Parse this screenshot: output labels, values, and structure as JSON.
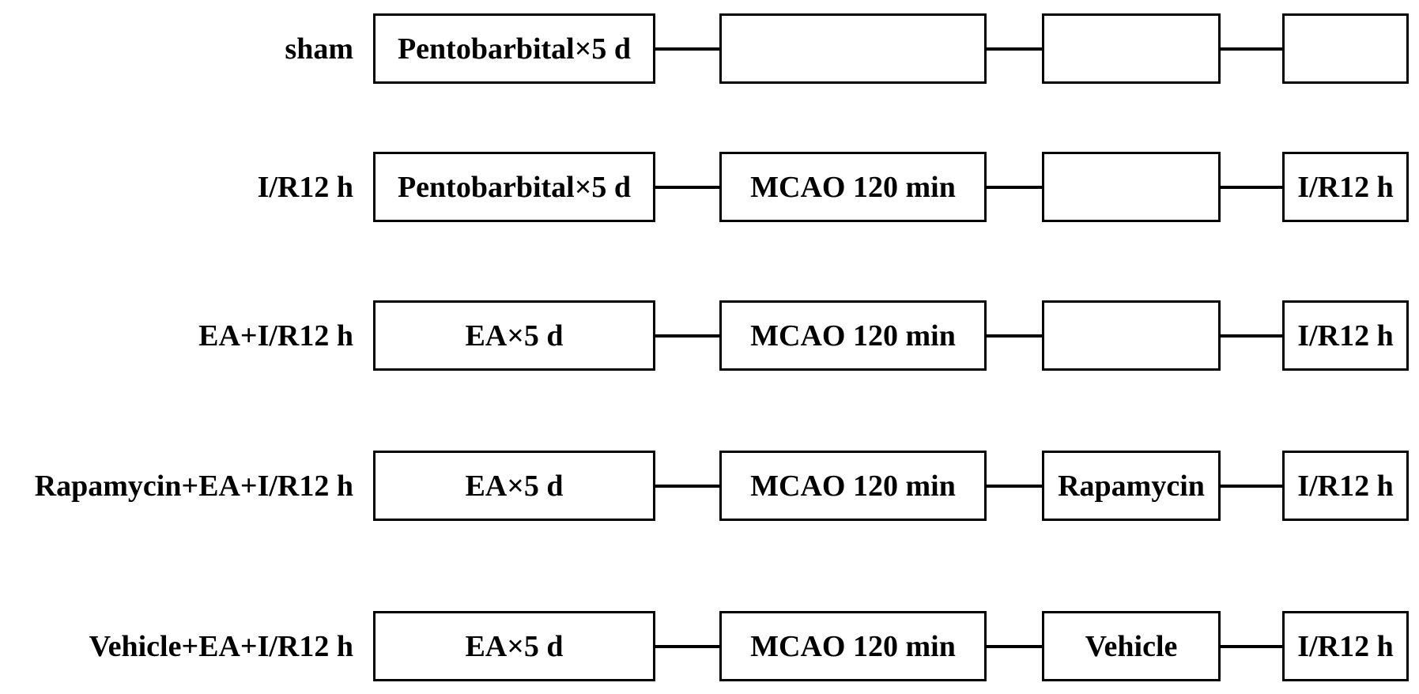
{
  "figure": {
    "background_color": "#ffffff",
    "line_color": "#000000",
    "text_color": "#000000"
  },
  "rows": [
    {
      "label": "sham",
      "boxes": [
        "Pentobarbital×5 d",
        "",
        "",
        ""
      ]
    },
    {
      "label": "I/R12 h",
      "boxes": [
        "Pentobarbital×5 d",
        "MCAO 120 min",
        "",
        "I/R12 h"
      ]
    },
    {
      "label": "EA+I/R12 h",
      "boxes": [
        "EA×5 d",
        "MCAO 120 min",
        "",
        "I/R12 h"
      ]
    },
    {
      "label": "Rapamycin+EA+I/R12 h",
      "boxes": [
        "EA×5 d",
        "MCAO 120 min",
        "Rapamycin",
        "I/R12 h"
      ]
    },
    {
      "label": "Vehicle+EA+I/R12 h",
      "boxes": [
        "EA×5 d",
        "MCAO 120 min",
        "Vehicle",
        "I/R12 h"
      ]
    }
  ]
}
